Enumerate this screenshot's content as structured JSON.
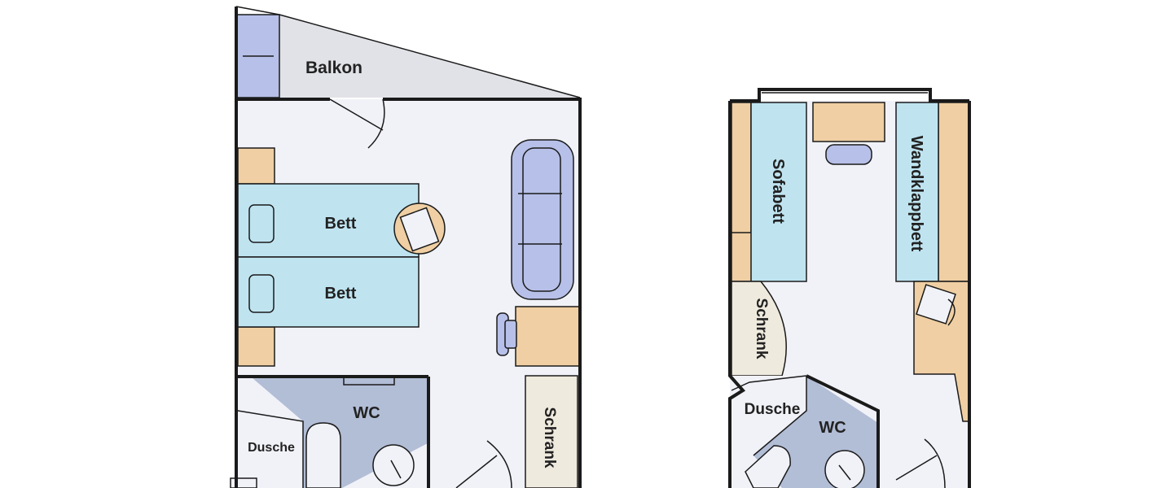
{
  "colors": {
    "floor": "#f1f2f8",
    "balcony": "#e1e2e7",
    "bed": "#bfe4f0",
    "wood": "#efcfa3",
    "sofa": "#b7c0e8",
    "bath": "#b2bdd6",
    "closet": "#efeade",
    "wall": "#1a1a1a"
  },
  "cabin_left": {
    "balcony_label": "Balkon",
    "bed_top_label": "Bett",
    "bed_bottom_label": "Bett",
    "wc_label": "WC",
    "shower_label": "Dusche",
    "closet_label": "Schrank"
  },
  "cabin_right": {
    "sofa_bed_label": "Sofabett",
    "wall_bed_label": "Wandklappbett",
    "closet_label": "Schrank",
    "shower_label": "Dusche",
    "wc_label": "WC"
  }
}
